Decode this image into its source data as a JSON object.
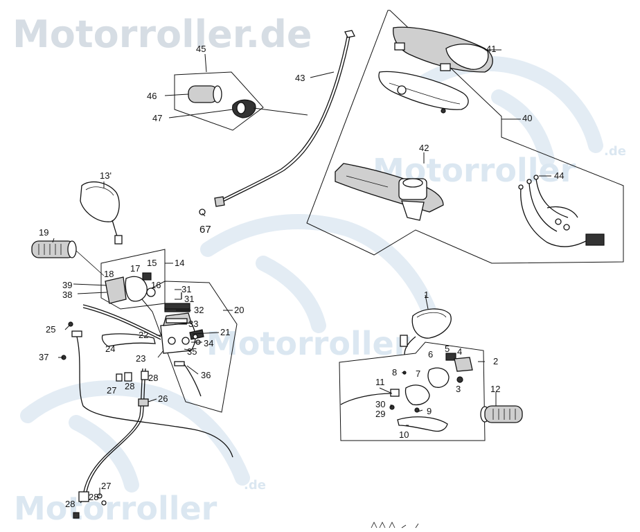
{
  "watermarks": {
    "top": "Motorroller.de",
    "right_main": "Motorroller",
    "right_suffix": ".de",
    "center": "Motorroller",
    "bottom_main": "Motorroller",
    "bottom_suffix": ".de"
  },
  "callouts": {
    "c1": "1",
    "c2": "2",
    "c3": "3",
    "c4": "4",
    "c5": "5",
    "c6": "6",
    "c7": "7",
    "c8": "8",
    "c9": "9",
    "c10": "10",
    "c11": "11",
    "c12": "12",
    "c13": "13'",
    "c14": "14",
    "c15": "15",
    "c16": "16",
    "c17": "17",
    "c18": "18",
    "c19": "19",
    "c20": "20",
    "c21": "21",
    "c22": "22",
    "c23": "23",
    "c24": "24",
    "c25": "25",
    "c26": "26",
    "c27a": "27",
    "c27b": "27",
    "c28a": "28",
    "c28b": "28",
    "c28c": "28",
    "c28d": "28",
    "c29": "29",
    "c30": "30",
    "c31a": "31",
    "c31b": "31",
    "c32": "32",
    "c33": "33",
    "c34": "34",
    "c35": "35",
    "c36": "36",
    "c37": "37",
    "c38": "38",
    "c39": "39",
    "c40": "40",
    "c41": "41",
    "c42": "42",
    "c43": "43",
    "c44": "44",
    "c45": "45",
    "c46": "46",
    "c47": "47",
    "c67": "67"
  }
}
